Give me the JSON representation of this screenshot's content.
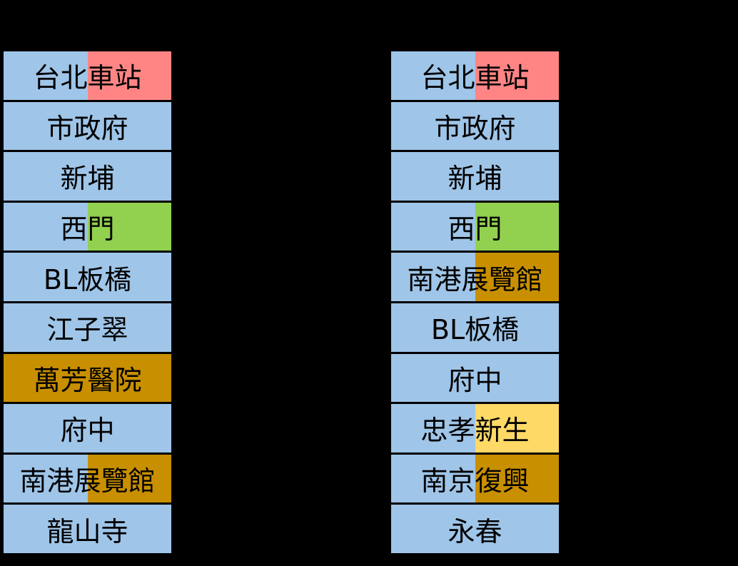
{
  "colors": {
    "background": "#000000",
    "border": "#000000",
    "text": "#000000",
    "cell": "#9FC5E8",
    "red": "#FF8585",
    "green": "#92D050",
    "orange": "#C88F00",
    "yellow": "#FFD966"
  },
  "left_column": {
    "rows": [
      {
        "label": "台北車站",
        "highlight": "red",
        "highlight_coverage": "right-half"
      },
      {
        "label": "市政府",
        "highlight": "none",
        "highlight_coverage": "none"
      },
      {
        "label": "新埔",
        "highlight": "none",
        "highlight_coverage": "none"
      },
      {
        "label": "西門",
        "highlight": "green",
        "highlight_coverage": "right-half"
      },
      {
        "label": "BL板橋",
        "highlight": "none",
        "highlight_coverage": "none"
      },
      {
        "label": "江子翠",
        "highlight": "none",
        "highlight_coverage": "none"
      },
      {
        "label": "萬芳醫院",
        "highlight": "orange",
        "highlight_coverage": "full"
      },
      {
        "label": "府中",
        "highlight": "none",
        "highlight_coverage": "none"
      },
      {
        "label": "南港展覽館",
        "highlight": "orange",
        "highlight_coverage": "right-half"
      },
      {
        "label": "龍山寺",
        "highlight": "none",
        "highlight_coverage": "none"
      }
    ]
  },
  "right_column": {
    "rows": [
      {
        "label": "台北車站",
        "highlight": "red",
        "highlight_coverage": "right-half"
      },
      {
        "label": "市政府",
        "highlight": "none",
        "highlight_coverage": "none"
      },
      {
        "label": "新埔",
        "highlight": "none",
        "highlight_coverage": "none"
      },
      {
        "label": "西門",
        "highlight": "green",
        "highlight_coverage": "right-half"
      },
      {
        "label": "南港展覽館",
        "highlight": "orange",
        "highlight_coverage": "right-half"
      },
      {
        "label": "BL板橋",
        "highlight": "none",
        "highlight_coverage": "none"
      },
      {
        "label": "府中",
        "highlight": "none",
        "highlight_coverage": "none"
      },
      {
        "label": "忠孝新生",
        "highlight": "yellow",
        "highlight_coverage": "right-half"
      },
      {
        "label": "南京復興",
        "highlight": "orange",
        "highlight_coverage": "right-half"
      },
      {
        "label": "永春",
        "highlight": "none",
        "highlight_coverage": "none"
      }
    ]
  }
}
